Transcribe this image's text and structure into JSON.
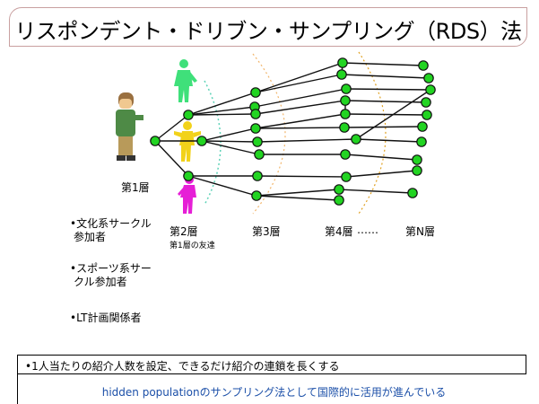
{
  "title": "リスポンデント・ドリブン・サンプリング（RDS）法",
  "layers": {
    "layer1": "第1層",
    "layer2": "第2層",
    "layer2_note": "第1層の友達",
    "layer3": "第3層",
    "layer4": "第4層",
    "dots": "‥‥‥",
    "layerN": "第N層"
  },
  "bullets": [
    "•文化系サークル",
    "参加者",
    "•スポーツ系サー",
    "クル参加者",
    "•LT計画関係者"
  ],
  "bottom_text": "•1人当たりの紹介人数を設定、できるだけ紹介の連鎖を長くする",
  "subtext": "hidden populationのサンプリング法として国際的に活用が進んでいる",
  "colors": {
    "node": "#22d422",
    "figure_green": "#3fe07a",
    "figure_yellow": "#f2d21a",
    "figure_magenta": "#e61fd6",
    "arc_teal": "#5fd3b8",
    "arc_orange": "#f2b56a",
    "subtext": "#1b4fa8"
  }
}
